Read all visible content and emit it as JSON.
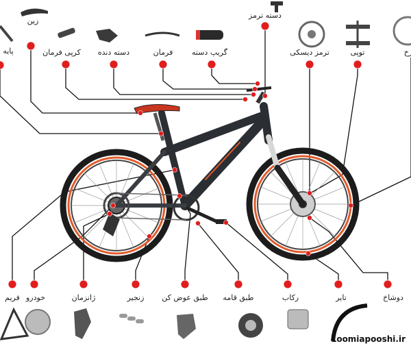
{
  "colors": {
    "accent": "#e01e1e",
    "line": "#111111",
    "frame": "#2b2e33",
    "trim": "#e25a2a"
  },
  "labels": {
    "frame": "فریم",
    "hub_wheel": "خودرو",
    "derailleur": "ژانزمان",
    "chain": "زنجیر",
    "chainring_changer": "طبق عوض کن",
    "crankset": "طبق قامه",
    "pedal": "رکاب",
    "tire": "تایر",
    "suspension_fork": "دوشاخ",
    "seatpost": "پایه",
    "saddle": "زین",
    "stem": "کرپی فرمان",
    "shifter": "دسته دنده",
    "handlebar": "فرمان",
    "grip": "گریپ دسته",
    "brake_lever": "دسته ترمز",
    "disc_brake": "ترمز دیسکی",
    "hub": "توپی",
    "rim": "رخ"
  },
  "watermark": "Loomiapooshi.ir"
}
